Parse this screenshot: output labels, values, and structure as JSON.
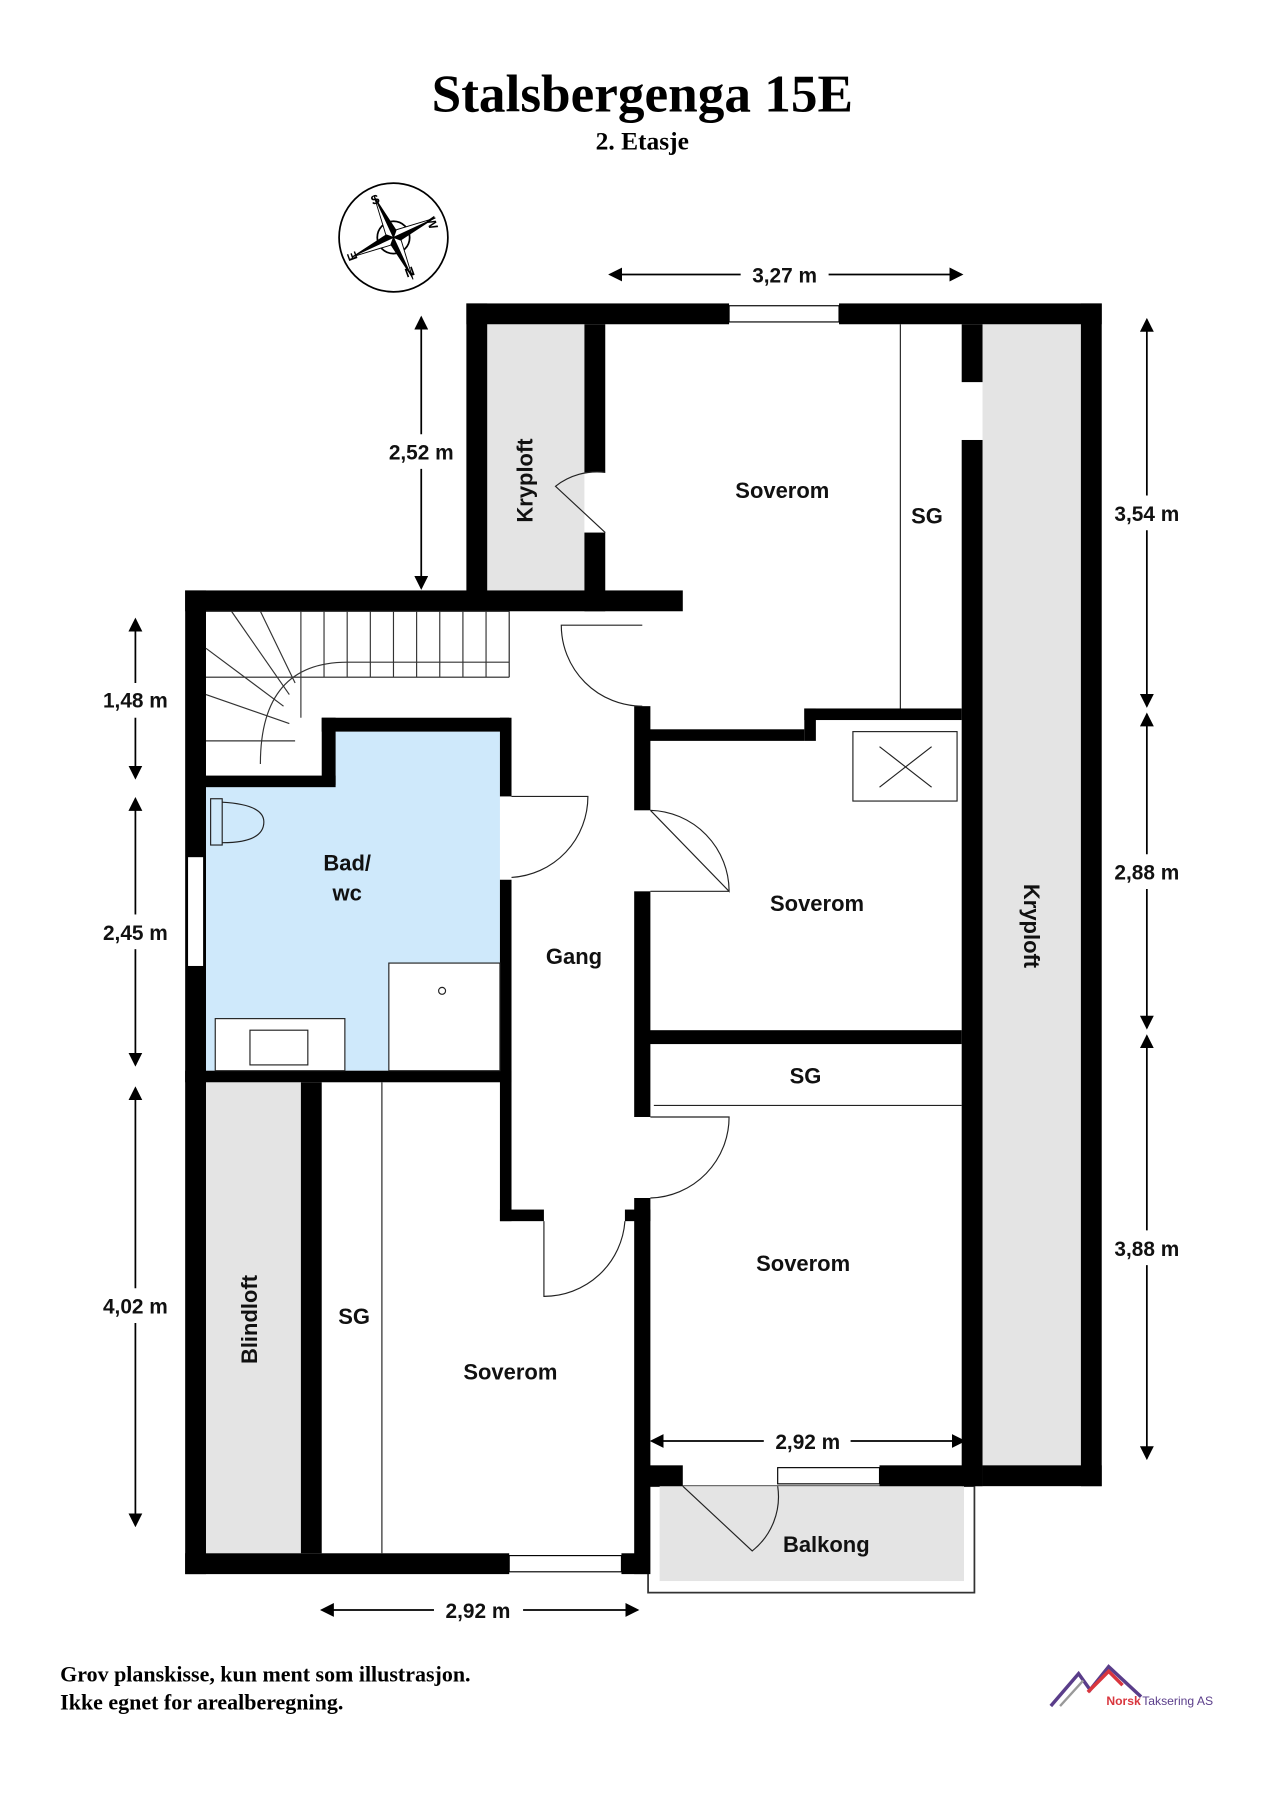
{
  "header": {
    "title": "Stalsbergenga 15E",
    "subtitle": "2. Etasje"
  },
  "compass": {
    "labels": [
      "S",
      "W",
      "N",
      "E"
    ]
  },
  "rooms": {
    "kryploft_top": "Kryploft",
    "soverom_top": "Soverom",
    "sg_top": "SG",
    "bad_line1": "Bad/",
    "bad_line2": "wc",
    "gang": "Gang",
    "soverom_mid": "Soverom",
    "kryploft_right": "Kryploft",
    "sg_mid": "SG",
    "soverom_lower_right": "Soverom",
    "blindloft": "Blindloft",
    "sg_left": "SG",
    "soverom_lower_left": "Soverom",
    "balkong": "Balkong"
  },
  "dimensions": {
    "top": "3,27 m",
    "top_left": "2,52 m",
    "left_1": "1,48 m",
    "left_2": "2,45 m",
    "left_3": "4,02 m",
    "right_1": "3,54 m",
    "right_2": "2,88 m",
    "right_3": "3,88 m",
    "inner_bottom": "2,92 m",
    "bottom": "2,92 m"
  },
  "colors": {
    "bathroom": "#cfe9fb",
    "unheated": "#e4e4e4",
    "logo_red": "#d9363e",
    "logo_purple": "#5a3d8a"
  },
  "footer": {
    "disclaimer_line1": "Grov planskisse, kun ment som illustrasjon.",
    "disclaimer_line2": "Ikke egnet for arealberegning.",
    "logo_word1": "Norsk",
    "logo_word2": "Taksering AS"
  }
}
